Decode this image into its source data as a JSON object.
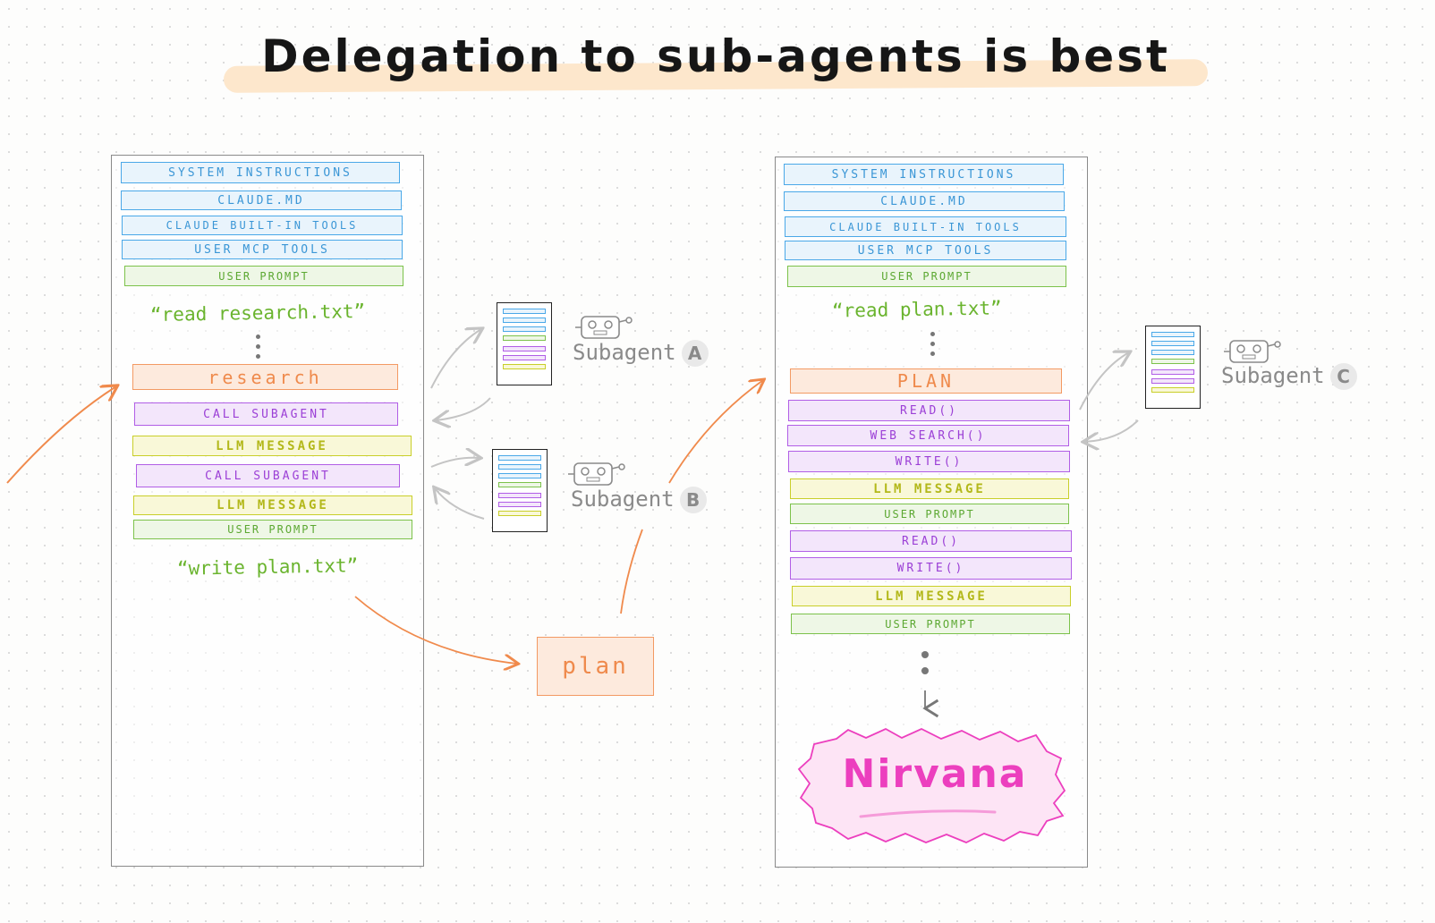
{
  "title": "Delegation to sub-agents is best",
  "left_panel": {
    "system_instructions": "System Instructions",
    "claude_md": "Claude.md",
    "builtin_tools": "Claude built-in tools",
    "user_mcp_tools": "User MCP tools",
    "user_prompt_1": "User prompt",
    "quote_read": "“read research.txt”",
    "research": "research",
    "call_subagent_1": "Call subagent",
    "llm_message_1": "LLM message",
    "call_subagent_2": "Call subagent",
    "llm_message_2": "LLM message",
    "user_prompt_2": "User prompt",
    "quote_write": "“write plan.txt”"
  },
  "right_panel": {
    "system_instructions": "System Instructions",
    "claude_md": "Claude.md",
    "builtin_tools": "Claude built-in tools",
    "user_mcp_tools": "User MCP tools",
    "user_prompt_1": "User prompt",
    "quote_read": "“read plan.txt”",
    "plan": "Plan",
    "read_1": "Read()",
    "web_search": "Web search()",
    "write_1": "Write()",
    "llm_message_1": "LLM message",
    "user_prompt_2": "User prompt",
    "read_2": "Read()",
    "write_2": "Write()",
    "llm_message_2": "LLM message",
    "user_prompt_3": "User prompt",
    "nirvana": "Nirvana"
  },
  "subagents": {
    "a": {
      "label": "Subagent",
      "letter": "A"
    },
    "b": {
      "label": "Subagent",
      "letter": "B"
    },
    "c": {
      "label": "Subagent",
      "letter": "C"
    }
  },
  "plan_file": "plan",
  "icons": [
    "robot-icon",
    "arrow-icon",
    "document-icon"
  ],
  "colors": {
    "blue": "#4aa8e8",
    "green": "#7cc24b",
    "purple": "#b15ee6",
    "yellow": "#c9cf2a",
    "orange": "#f39a63",
    "pink": "#ec3fbe",
    "gray": "#8a8a8a"
  }
}
